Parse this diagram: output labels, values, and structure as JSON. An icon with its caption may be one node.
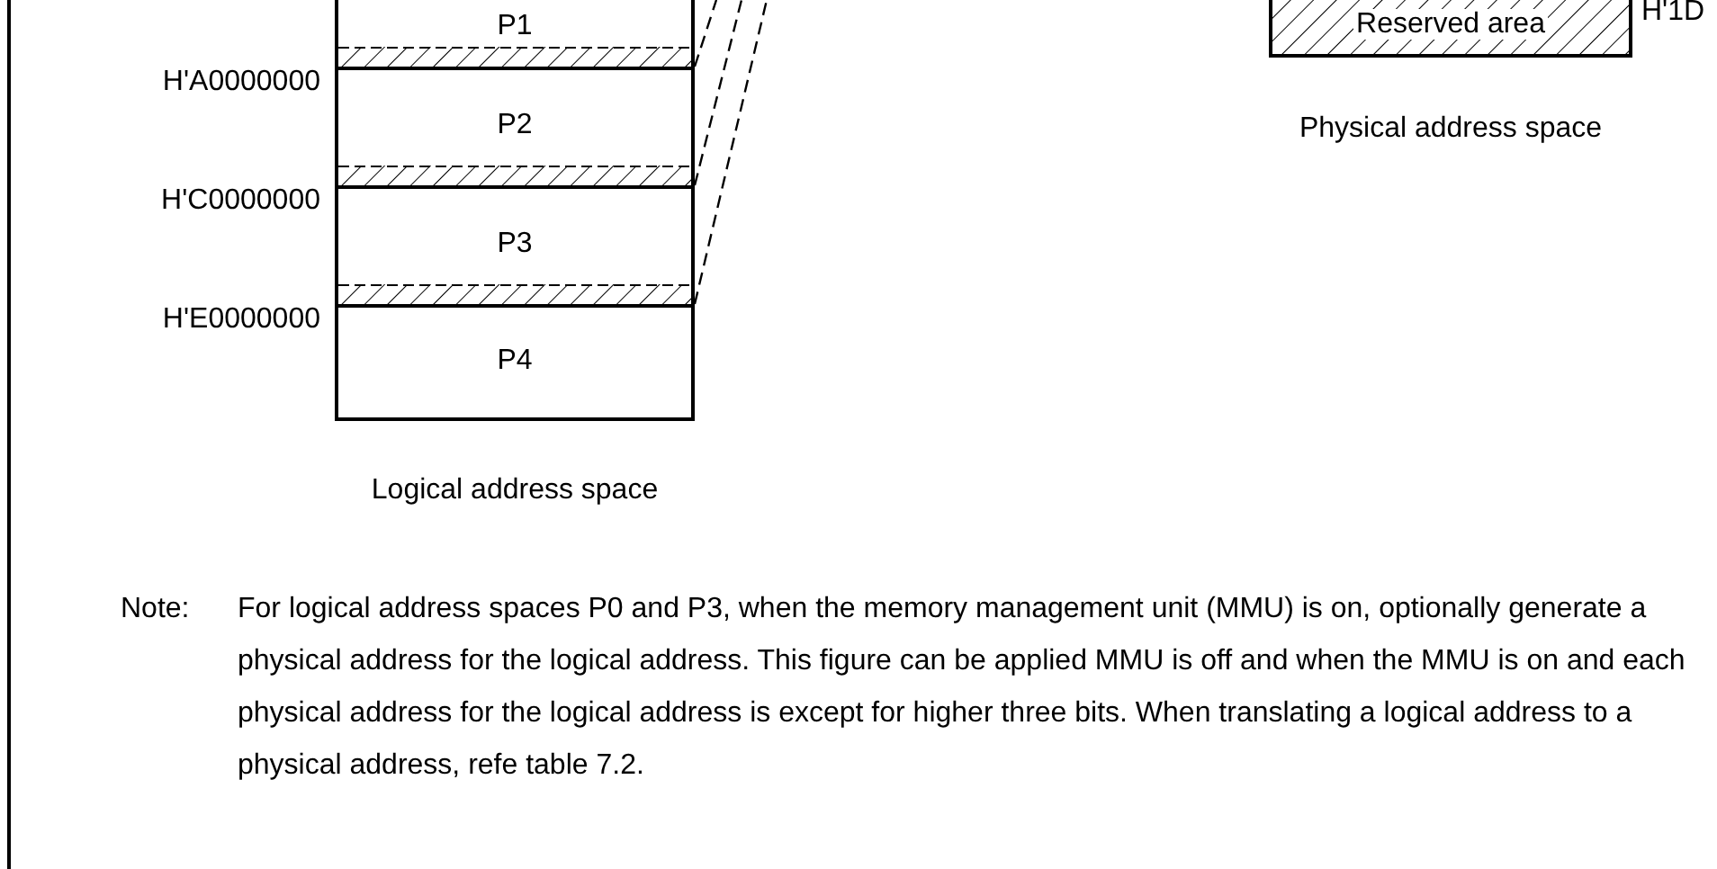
{
  "diagram": {
    "nodes": [
      {
        "text": [
          "P1"
        ]
      },
      {
        "text": [
          "P2"
        ]
      },
      {
        "text": [
          "P3"
        ]
      },
      {
        "text": [
          "P4"
        ]
      },
      {
        "text": [
          "Reserved area"
        ]
      }
    ],
    "edges": [
      {
        "from": 0,
        "to": null,
        "arrow": "none",
        "style": "dashed"
      },
      {
        "from": 1,
        "to": null,
        "arrow": "none",
        "style": "dashed"
      },
      {
        "from": 2,
        "to": null,
        "arrow": "none",
        "style": "dashed"
      }
    ],
    "labels": [
      "H'A0000000",
      "H'C0000000",
      "H'E0000000",
      "H'1D",
      "Logical address space",
      "Physical address space",
      "Note:",
      "For logical address spaces P0 and P3, when the memory management unit (MMU) is on, optionally generate a physical address for the logical address. This figure can be applied MMU is off and when the MMU is on and each physical address for the logical address is except for higher three bits. When translating a logical address to a physical address, refe table 7.2."
    ]
  }
}
